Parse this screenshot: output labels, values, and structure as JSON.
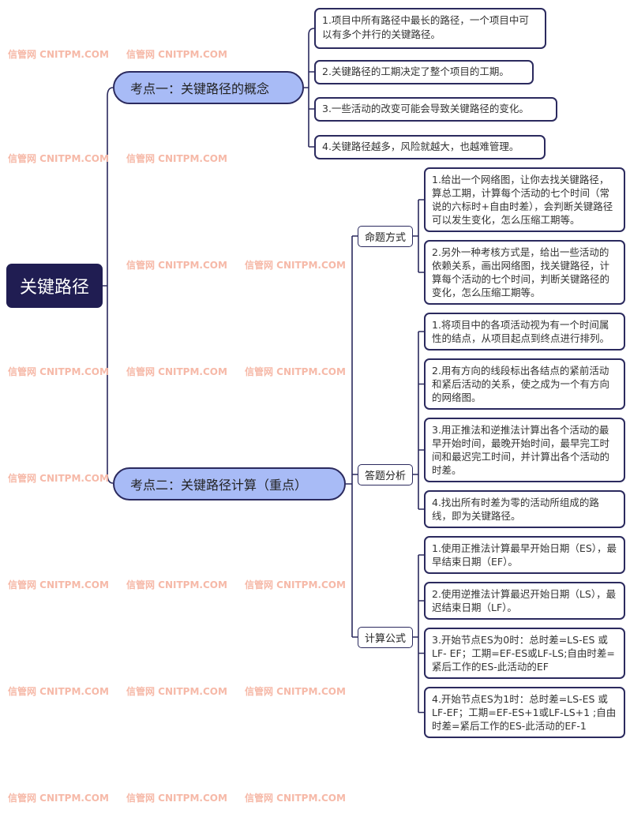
{
  "watermark": "信管网 CNITPM.COM",
  "root": "关键路径",
  "topic1": {
    "label": "考点一：关键路径的概念",
    "items": [
      "1.项目中所有路径中最长的路径，一个项目中可以有多个并行的关键路径。",
      "2.关键路径的工期决定了整个项目的工期。",
      "3.一些活动的改变可能会导致关键路径的变化。",
      "4.关键路径越多，风险就越大，也越难管理。"
    ]
  },
  "topic2": {
    "label": "考点二：关键路径计算（重点）",
    "categories": [
      {
        "label": "命题方式",
        "items": [
          "1.给出一个网络图，让你去找关键路径，算总工期，计算每个活动的七个时间（常说的六标时+自由时差），会判断关键路径可以发生变化，怎么压缩工期等。",
          "2.另外一种考核方式是，给出一些活动的依赖关系，画出网络图，找关键路径，计算每个活动的七个时间，判断关键路径的变化，怎么压缩工期等。"
        ]
      },
      {
        "label": "答题分析",
        "items": [
          "1.将项目中的各项活动视为有一个时间属性的结点，从项目起点到终点进行排列。",
          "2.用有方向的线段标出各结点的紧前活动和紧后活动的关系，使之成为一个有方向的网络图。",
          "3.用正推法和逆推法计算出各个活动的最早开始时间，最晚开始时间，最早完工时间和最迟完工时间，并计算出各个活动的时差。",
          "4.找出所有时差为零的活动所组成的路线，即为关键路径。"
        ]
      },
      {
        "label": "计算公式",
        "items": [
          "1.使用正推法计算最早开始日期（ES），最早结束日期（EF）。",
          "2.使用逆推法计算最迟开始日期（LS），最迟结束日期（LF）。",
          "3.开始节点ES为0时：总时差=LS-ES 或LF- EF；工期=EF-ES或LF-LS;自由时差=紧后工作的ES-此活动的EF",
          "4.开始节点ES为1时：总时差=LS-ES 或LF-EF；工期=EF-ES+1或LF-LS+1 ;自由时差=紧后工作的ES-此活动的EF-1"
        ]
      }
    ]
  }
}
